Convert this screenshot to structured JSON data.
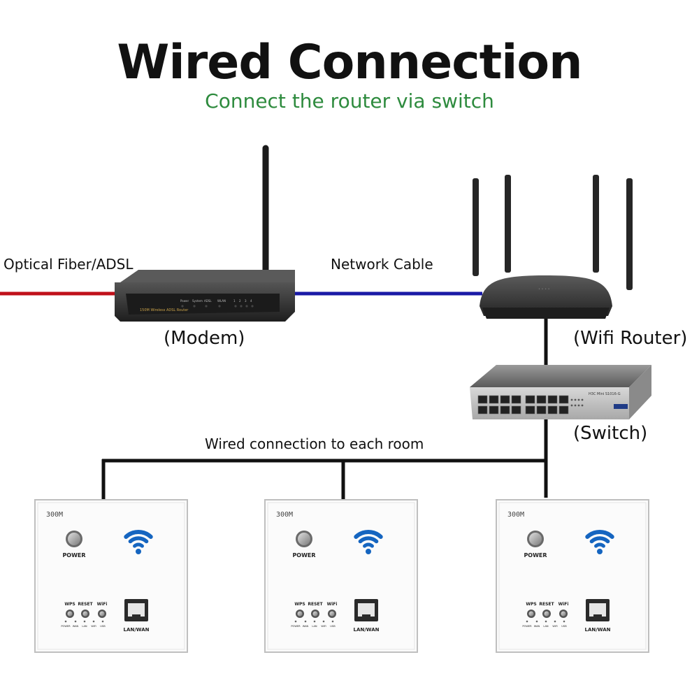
{
  "title": "Wired Connection",
  "subtitle": "Connect the router via switch",
  "labels": {
    "fiber": "Optical Fiber/ADSL",
    "network_cable": "Network Cable",
    "modem": "(Modem)",
    "router": "(Wifi Router)",
    "switch": "(Switch)",
    "rooms": "Wired connection to each room"
  },
  "modem_panel_text": "150M Wireless ADSL Router",
  "modem_leds": [
    "Power",
    "System",
    "ADSL",
    "WLAN",
    "1",
    "2",
    "3",
    "4"
  ],
  "switch_panel_text": "H3C Mini S1016-G",
  "wall_panel": {
    "model": "300M",
    "power_label": "POWER",
    "buttons": [
      "WPS",
      "RESET",
      "WiFi"
    ],
    "indicators": [
      "POWER",
      "WAN",
      "LAN",
      "WiFi",
      "USB"
    ],
    "port_label": "LAN/WAN"
  },
  "colors": {
    "fiber_line": "#c0101a",
    "cable_line": "#1a1aa6",
    "wire_line": "#111111",
    "subtitle": "#2e8b3e",
    "wifi_icon": "#1565c0"
  }
}
